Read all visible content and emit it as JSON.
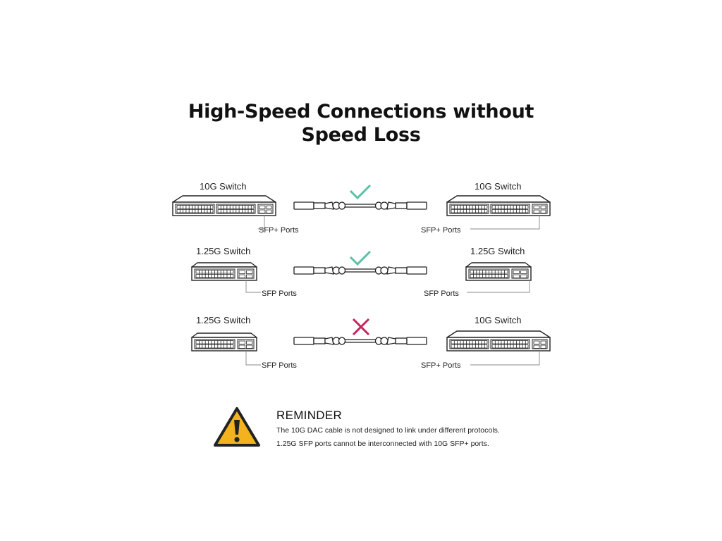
{
  "title": {
    "line1": "High-Speed Connections without",
    "line2": "Speed Loss"
  },
  "rows": [
    {
      "left": {
        "switch_label": "10G Switch",
        "port_label": "SFP+ Ports"
      },
      "right": {
        "switch_label": "10G Switch",
        "port_label": "SFP+ Ports"
      },
      "status": "check"
    },
    {
      "left": {
        "switch_label": "1.25G Switch",
        "port_label": "SFP Ports"
      },
      "right": {
        "switch_label": "1.25G Switch",
        "port_label": "SFP Ports"
      },
      "status": "check"
    },
    {
      "left": {
        "switch_label": "1.25G Switch",
        "port_label": "SFP Ports"
      },
      "right": {
        "switch_label": "10G Switch",
        "port_label": "SFP+ Ports"
      },
      "status": "cross"
    }
  ],
  "reminder": {
    "title": "REMINDER",
    "line1": "The 10G DAC cable is not designed to link under different protocols.",
    "line2": "1.25G SFP ports cannot be interconnected with 10G SFP+ ports.",
    "icon": "warning-icon"
  },
  "colors": {
    "check": "#5cc1a7",
    "cross": "#c8245a",
    "warning_fill": "#f2b31f",
    "warning_stroke": "#222222"
  }
}
